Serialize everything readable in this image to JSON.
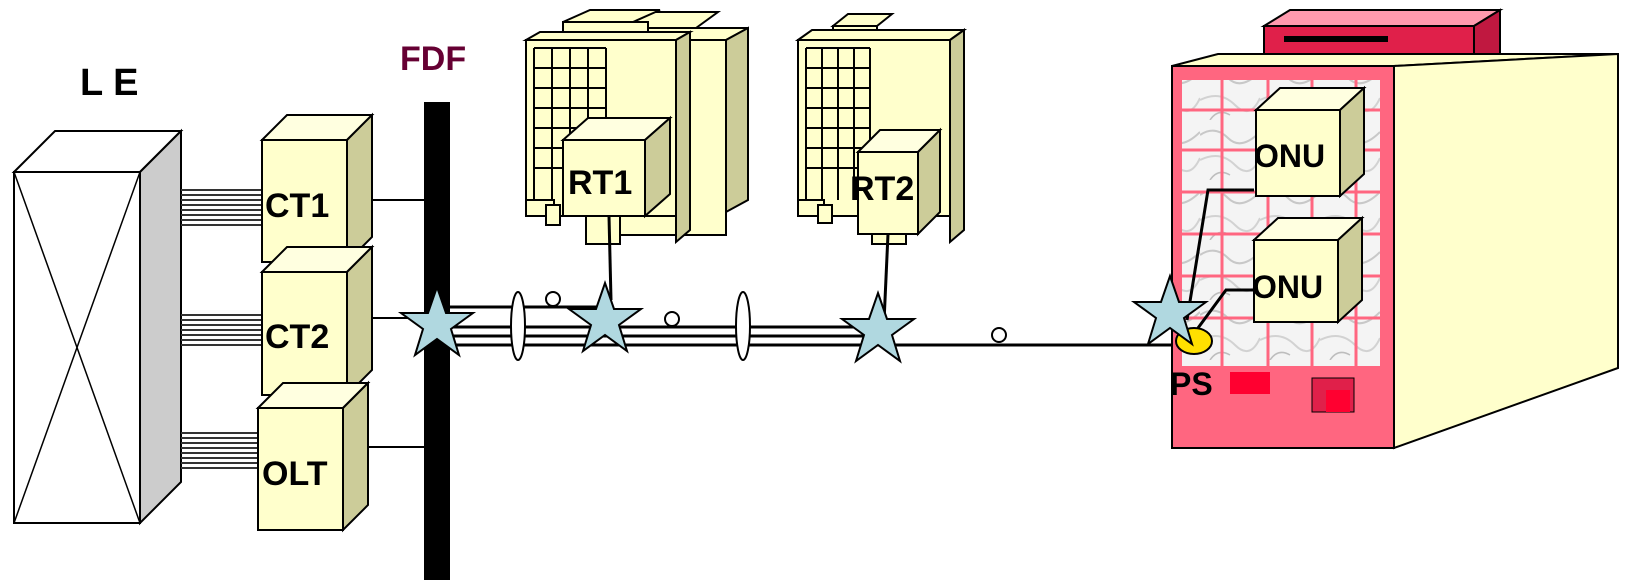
{
  "labels": {
    "le": "L E",
    "fdf": "FDF",
    "ct1": "CT1",
    "ct2": "CT2",
    "olt": "OLT",
    "rt1": "RT1",
    "rt2": "RT2",
    "onu_top": "ONU",
    "onu_bottom": "ONU",
    "ps": "PS"
  },
  "colors": {
    "box_front": "#FFFFCC",
    "box_side": "#CCCC99",
    "box_top": "#FFFFE0",
    "fdf_title": "#660033",
    "star_fill": "#B0D8E0",
    "building_pink": "#FF6680",
    "building_red": "#E0204A",
    "ps_yellow": "#FFE000",
    "le_side": "#CCCCCC"
  },
  "icons": [
    "splice-star-icon",
    "ps-oval-icon",
    "cable-ring-icon"
  ]
}
